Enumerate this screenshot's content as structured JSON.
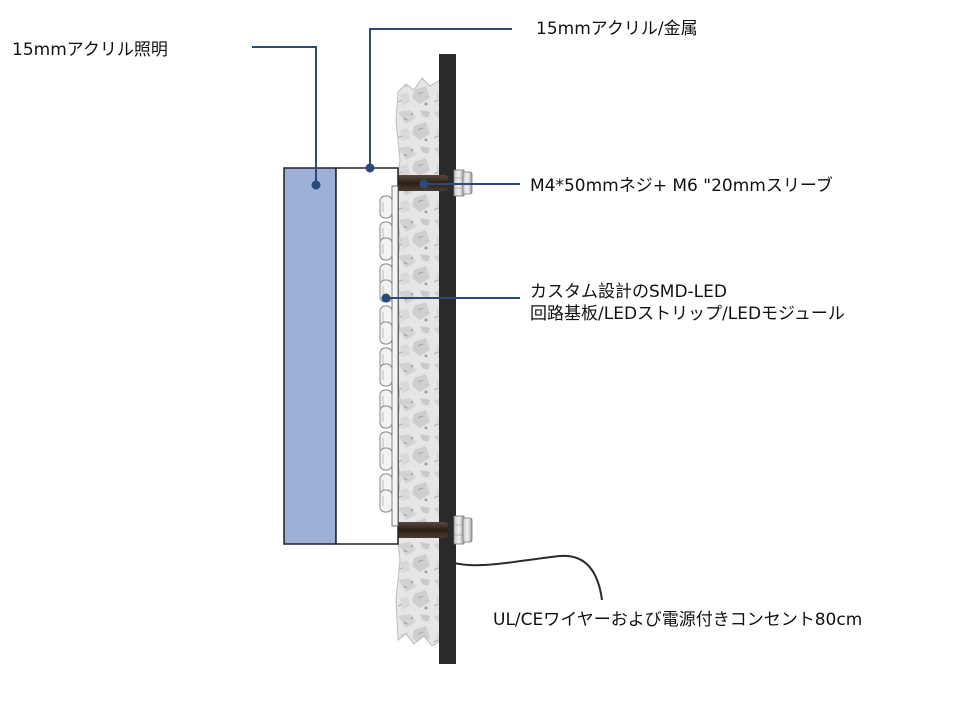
{
  "labels": {
    "acrylic_lighting": "15mmアクリル照明",
    "acrylic_metal": "15mmアクリル/金属",
    "screw": "M4*50mmネジ+ M6 \"20mmスリーブ",
    "smd_line1": "カスタム設計のSMD-LED",
    "smd_line2": "回路基板/LEDストリップ/LEDモジュール",
    "wire": "UL/CEワイヤーおよび電源付きコンセント80cm"
  },
  "colors": {
    "acrylic_face": "#9db1d8",
    "leader_line": "#2b4a78",
    "back_panel": "#2a2a2a",
    "outline": "#222222"
  }
}
